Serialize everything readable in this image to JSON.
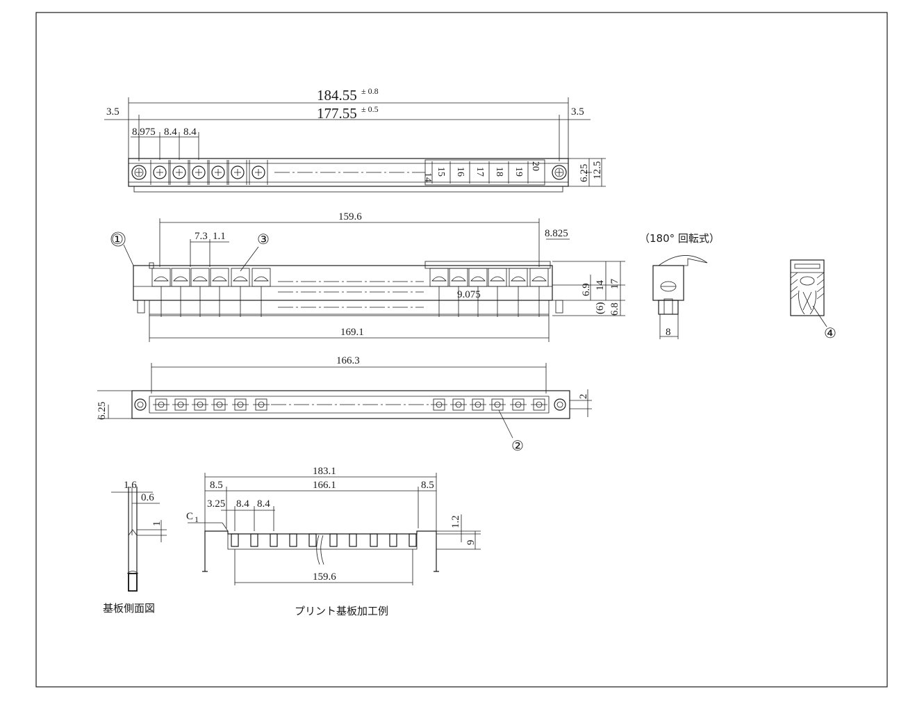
{
  "top_view": {
    "overall_length": "184.55",
    "overall_tol": "± 0.8",
    "pitch_length": "177.55",
    "pitch_tol": "± 0.5",
    "end_left": "3.5",
    "end_right": "3.5",
    "first_pitch": "8.975",
    "pitch_a": "8.4",
    "pitch_b": "8.4",
    "half_height": "6.25",
    "height": "12.5",
    "terminal_numbers": [
      "14",
      "15",
      "16",
      "17",
      "18",
      "19",
      "20"
    ]
  },
  "front_view": {
    "span_top": "159.6",
    "w_a": "7.3",
    "w_b": "1.1",
    "right_offset": "8.825",
    "inner_pitch": "9.075",
    "h_a": "6.9",
    "h_b": "14",
    "h_c": "17",
    "h_d": "(6)",
    "h_e": "6.8",
    "span_bottom": "169.1",
    "callout_1": "①",
    "callout_3": "③"
  },
  "rotation_view": {
    "caption": "（180° 回転式）",
    "width": "8"
  },
  "section_view": {
    "callout_4": "④"
  },
  "bottom_view": {
    "span": "166.3",
    "half_height": "6.25",
    "pin_dim": "2",
    "callout_2": "②"
  },
  "board_side": {
    "thickness": "1.6",
    "inner": "0.6",
    "chamfer": "1",
    "caption": "基板側面図"
  },
  "pcb_example": {
    "overall": "183.1",
    "inner": "166.1",
    "margin_left": "8.5",
    "margin_right": "8.5",
    "first": "3.25",
    "pitch_a": "8.4",
    "pitch_b": "8.4",
    "chamfer_label": "C",
    "chamfer_sub": "1",
    "slot_depth_a": "1.2",
    "slot_depth_b": "9",
    "pad_span": "159.6",
    "caption": "プリント基板加工例"
  }
}
